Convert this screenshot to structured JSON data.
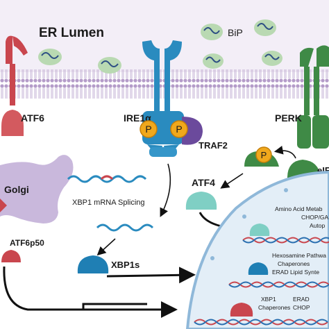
{
  "title": "ER Lumen",
  "bip_label": "BiP",
  "proteins": {
    "atf6": "ATF6",
    "ire1a": "IRE1α",
    "perk": "PERK",
    "traf2": "TRAF2",
    "golgi": "Golgi",
    "atf6p50": "ATF6p50",
    "atf4": "ATF4",
    "xbp1s": "XBP1s",
    "eif2a_partial": "eIF"
  },
  "phospho_symbol": "P",
  "process": {
    "xbp1_splicing": "XBP1 mRNA Splicing"
  },
  "nucleus_targets": {
    "atf4_targets": [
      "Amino Acid Metab",
      "CHOP/GA",
      "Autop"
    ],
    "xbp1_targets": [
      "Hexosamine Pathwa",
      "Chaperones",
      "ERAD",
      "Lipid Synte"
    ],
    "atf6_targets_left": [
      "XBP1",
      "Chaperones"
    ],
    "atf6_targets_right": [
      "ERAD",
      "CHOP"
    ]
  },
  "colors": {
    "atf6": "#c9464e",
    "ire1": "#2a8bbf",
    "perk": "#3f8a46",
    "traf2": "#6b4a9c",
    "phospho": "#f0a81c",
    "golgi": "#c9b8dc",
    "atf4": "#7fcfc4",
    "nucleus": "#8fb8d9",
    "membrane": "#c8b6d8",
    "bip": "#b9d9b2"
  }
}
